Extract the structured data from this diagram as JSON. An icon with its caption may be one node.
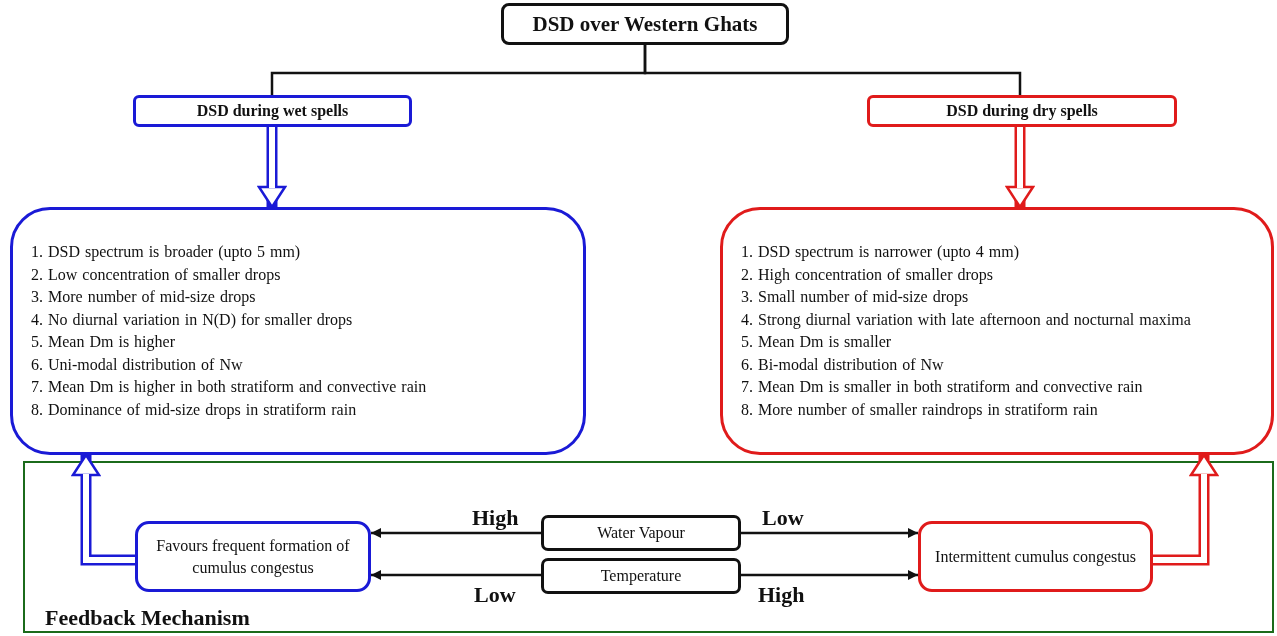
{
  "diagram": {
    "nodes": [
      {
        "text": [
          "DSD over Western Ghats"
        ]
      },
      {
        "text": [
          "DSD during wet spells"
        ]
      },
      {
        "text": [
          "DSD during dry spells"
        ]
      },
      {
        "text": [
          "1. DSD spectrum is broader (upto 5 mm)",
          "2. Low concentration of smaller drops",
          "3. More number of mid-size drops",
          "4. No diurnal variation in N(D) for smaller drops",
          "5. Mean Dm is higher",
          "6. Uni-modal distribution of Nw",
          "7. Mean Dm is higher in both stratiform and convective rain",
          "8. Dominance of mid-size drops in stratiform rain"
        ]
      },
      {
        "text": [
          "1. DSD spectrum is narrower (upto 4 mm)",
          "2. High concentration of smaller drops",
          "3. Small number of mid-size drops",
          "4. Strong diurnal variation with late afternoon and nocturnal maxima",
          "5. Mean Dm is smaller",
          "6. Bi-modal distribution of Nw",
          "7. Mean Dm is smaller in both stratiform and convective rain",
          "8. More number of smaller raindrops in stratiform rain"
        ]
      },
      {
        "text": [
          "Feedback Mechanism"
        ]
      },
      {
        "text": [
          "Favours frequent formation of cumulus congestus"
        ],
        "in": 5
      },
      {
        "text": [
          "Water Vapour"
        ],
        "in": 5
      },
      {
        "text": [
          "Temperature"
        ],
        "in": 5
      },
      {
        "text": [
          "Intermittent cumulus congestus"
        ],
        "in": 5
      }
    ],
    "edges": [
      {
        "from": 0,
        "to": 1,
        "arrow": "none"
      },
      {
        "from": 0,
        "to": 2,
        "arrow": "none"
      },
      {
        "from": 1,
        "to": 3,
        "arrow": "to",
        "style": "thick",
        "color": "#1a1ad6"
      },
      {
        "from": 2,
        "to": 4,
        "arrow": "to",
        "style": "thick",
        "color": "#e01b1b"
      },
      {
        "from": 7,
        "to": 6,
        "arrow": "to",
        "label": "High"
      },
      {
        "from": 8,
        "to": 6,
        "arrow": "to",
        "label": "Low"
      },
      {
        "from": 7,
        "to": 9,
        "arrow": "to",
        "label": "Low"
      },
      {
        "from": 8,
        "to": 9,
        "arrow": "to",
        "label": "High"
      },
      {
        "from": 6,
        "to": 3,
        "arrow": "to",
        "style": "thick",
        "color": "#1a1ad6"
      },
      {
        "from": 9,
        "to": 4,
        "arrow": "to",
        "style": "thick",
        "color": "#e01b1b"
      }
    ]
  }
}
